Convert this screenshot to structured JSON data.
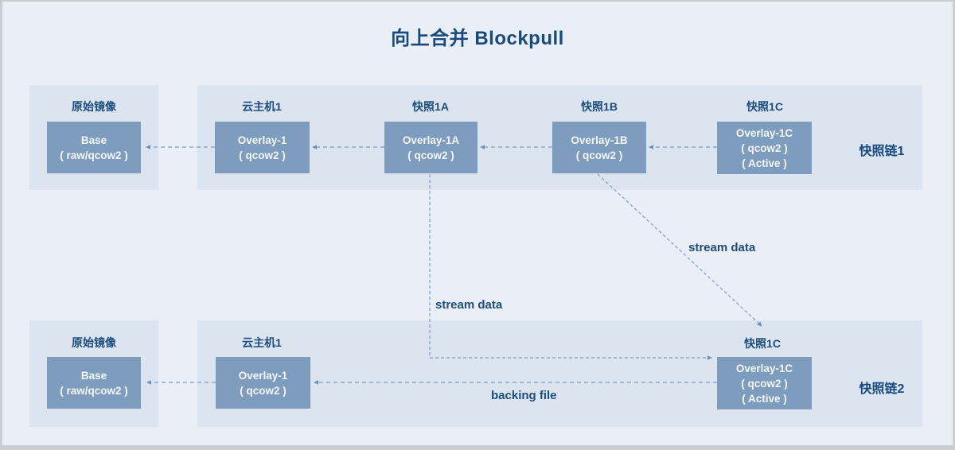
{
  "title": "向上合并 Blockpull",
  "chain1": {
    "origin_label": "原始镜像",
    "vm_label": "云主机1",
    "snapshot_a_label": "快照1A",
    "snapshot_b_label": "快照1B",
    "snapshot_c_label": "快照1C",
    "chain_label": "快照链1",
    "nodes": {
      "base": {
        "line1": "Base",
        "line2": "( raw/qcow2 )"
      },
      "overlay1": {
        "line1": "Overlay-1",
        "line2": "( qcow2 )"
      },
      "overlay1a": {
        "line1": "Overlay-1A",
        "line2": "( qcow2 )"
      },
      "overlay1b": {
        "line1": "Overlay-1B",
        "line2": "( qcow2 )"
      },
      "overlay1c": {
        "line1": "Overlay-1C",
        "line2": "( qcow2 )",
        "line3": "( Active )"
      }
    }
  },
  "chain2": {
    "origin_label": "原始镜像",
    "vm_label": "云主机1",
    "snapshot_c_label": "快照1C",
    "chain_label": "快照链2",
    "nodes": {
      "base": {
        "line1": "Base",
        "line2": "( raw/qcow2 )"
      },
      "overlay1": {
        "line1": "Overlay-1",
        "line2": "( qcow2 )"
      },
      "overlay1c": {
        "line1": "Overlay-1C",
        "line2": "( qcow2 )",
        "line3": "( Active )"
      }
    }
  },
  "annotations": {
    "stream_data_left": "stream data",
    "stream_data_right": "stream data",
    "backing_file": "backing file"
  },
  "colors": {
    "canvas_bg": "#e9eef7",
    "panel_bg": "#dce4f0",
    "node_fill": "#7e9cbe",
    "node_text": "#f3f7fb",
    "dark_blue_text": "#1d4d7c",
    "dash_line": "#8da9c9",
    "arrow_head": "#6e90b6"
  }
}
